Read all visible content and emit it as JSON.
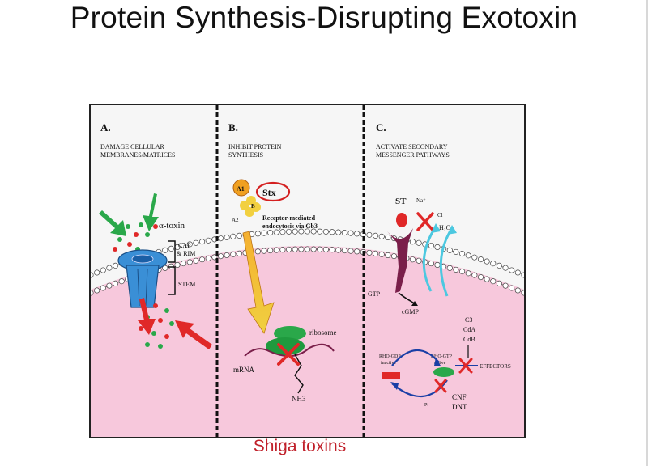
{
  "title": "Protein Synthesis-Disrupting Exotoxin",
  "caption": "Shiga toxins",
  "panels": {
    "a": {
      "letter": "A.",
      "heading_line1": "DAMAGE CELLULAR",
      "heading_line2": "MEMBRANES/MATRICES",
      "toxin": "α-toxin",
      "cap_line1": "CAP",
      "cap_line2": "& RIM",
      "stem": "STEM"
    },
    "b": {
      "letter": "B.",
      "heading_line1": "INHIBIT PROTEIN",
      "heading_line2": "SYNTHESIS",
      "a1": "A1",
      "a2": "A2",
      "b": "B",
      "stx": "Stx",
      "endocytosis_line1": "Receptor-mediated",
      "endocytosis_line2": "endocytosis via Gb3",
      "ribosome": "ribosome",
      "mrna": "mRNA",
      "nh3": "NH3"
    },
    "c": {
      "letter": "C.",
      "heading_line1": "ACTIVATE SECONDARY",
      "heading_line2": "MESSENGER PATHWAYS",
      "st": "ST",
      "na": "Na⁺",
      "cl": "Cl⁻",
      "h2o": "H₂O",
      "gtp": "GTP",
      "cgmp": "cGMP",
      "c3": "C3",
      "cda": "CdA",
      "cdb": "CdB",
      "rho_gdp_line1": "RHO-GDP",
      "rho_gdp_line2": "inactive",
      "rho_gtp_line1": "RHO-GTP",
      "rho_gtp_line2": "active",
      "effectors": "EFFECTORS",
      "pi": "Pi",
      "cnf": "CNF",
      "dnt": "DNT"
    }
  },
  "colors": {
    "cytoplasm": "#f7c8dc",
    "membrane_head": "#ffffff",
    "membrane_edge": "#444444",
    "toxin_pore": "#3a8fd6",
    "green": "#2aa84a",
    "red": "#e02828",
    "caption": "#c0202a",
    "stx_ring": "#d42020",
    "st_receptor": "#7a1f4a",
    "cyan_arrow": "#4cc8e0",
    "orange_arrow": "#f0a020",
    "a1_yellow": "#f2d040",
    "a1_orange": "#e89020"
  }
}
